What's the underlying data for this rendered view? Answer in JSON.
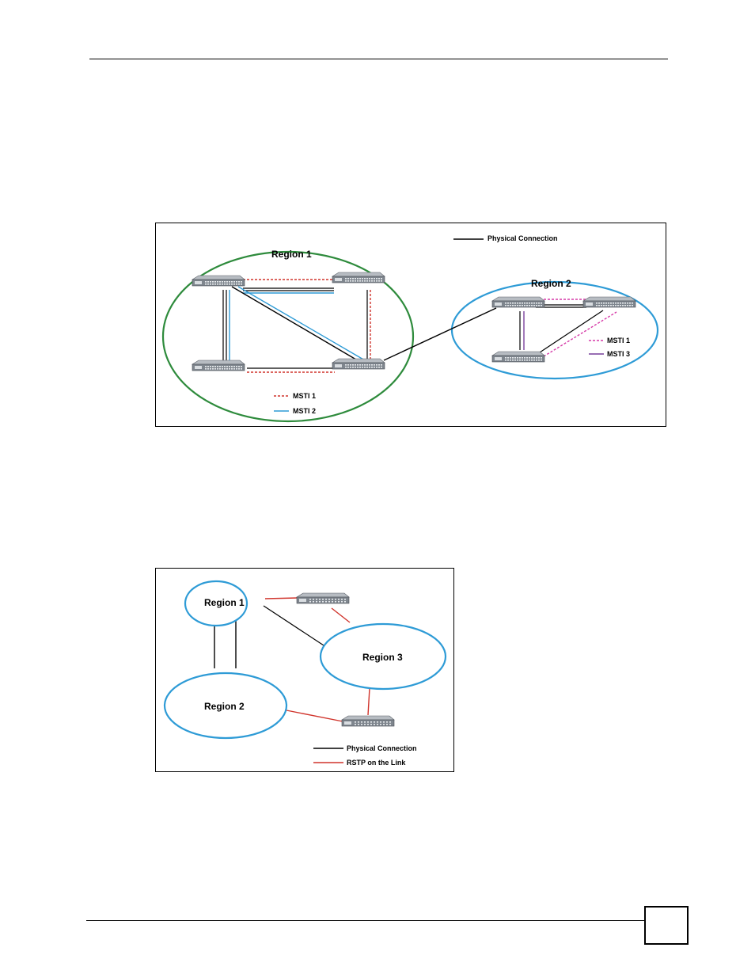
{
  "page": {
    "number": ""
  },
  "figure1": {
    "legend_physical": "Physical Connection",
    "region1_label": "Region 1",
    "region2_label": "Region 2",
    "region1_legend": [
      {
        "label": "MSTI 1",
        "color": "#d0342c",
        "style": "dashed"
      },
      {
        "label": "MSTI 2",
        "color": "#2e9bd6",
        "style": "solid"
      }
    ],
    "region2_legend": [
      {
        "label": "MSTI 1",
        "color": "#d63aa8",
        "style": "dashed"
      },
      {
        "label": "MSTI 3",
        "color": "#8a5aa8",
        "style": "solid"
      }
    ],
    "colors": {
      "region1_ring": "#2e8b3c",
      "region2_ring": "#2e9bd6",
      "physical": "#000000"
    }
  },
  "figure2": {
    "region1_label": "Region 1",
    "region2_label": "Region 2",
    "region3_label": "Region 3",
    "legend_physical": "Physical Connection",
    "legend_rstp": "RSTP on the Link",
    "colors": {
      "ring": "#2e9bd6",
      "rstp": "#d0342c",
      "physical": "#000000"
    }
  }
}
